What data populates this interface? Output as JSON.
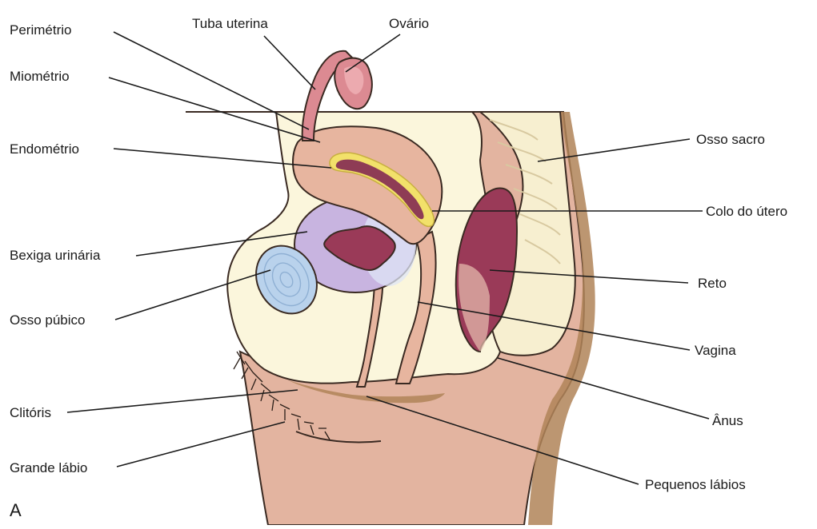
{
  "labels": {
    "perimetrio": "Perimétrio",
    "tuba_uterina": "Tuba uterina",
    "ovario": "Ovário",
    "miometrio": "Miométrio",
    "endometrio": "Endométrio",
    "osso_sacro": "Osso sacro",
    "colo_do_utero": "Colo do útero",
    "bexiga_urinaria": "Bexiga urinária",
    "reto": "Reto",
    "osso_pubico": "Osso púbico",
    "vagina": "Vagina",
    "clitoris": "Clitóris",
    "anus": "Ânus",
    "grande_labio": "Grande lábio",
    "pequenos_labios": "Pequenos lábios"
  },
  "panel_letter": "A",
  "colors": {
    "skin": "#e3b4a0",
    "skin_shadow": "#b08458",
    "cavity": "#fbf6dc",
    "uterus": "#e7b59f",
    "endometrium": "#f2e16a",
    "uterine_lumen": "#8e3c55",
    "tube_ovary": "#dc8a92",
    "bladder": "#c8b4e0",
    "pubic_bone": "#b9d2ec",
    "rectum": "#9a3a58",
    "sacrum": "#f7efd0"
  }
}
